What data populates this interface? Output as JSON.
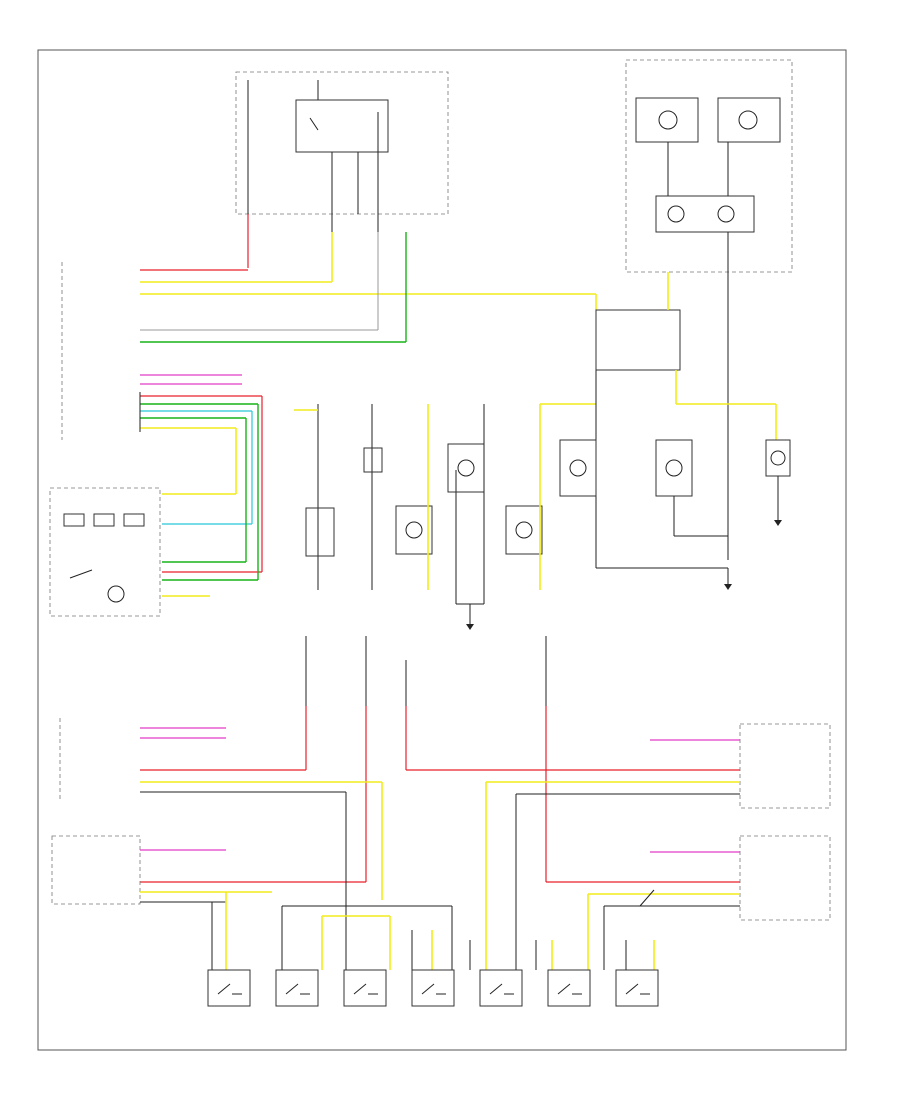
{
  "diagram": {
    "footer_code": "",
    "colors": {
      "red": "#e8202a",
      "yellow": "#f2ec1a",
      "green": "#18b418",
      "pink": "#e23cc8",
      "cyan": "#28c8d8",
      "black": "#222222"
    },
    "components": [
      {
        "name": "fuse-relay-block",
        "label": ""
      },
      {
        "name": "outside-mirror-block",
        "label": ""
      },
      {
        "name": "body-control-module",
        "label": ""
      },
      {
        "name": "driver-door-module",
        "label": ""
      },
      {
        "name": "passenger-door-module",
        "label": ""
      },
      {
        "name": "left-rear-door-module",
        "label": ""
      },
      {
        "name": "right-rear-door-module",
        "label": ""
      }
    ],
    "bottom_switches": [
      {
        "name": "switch-1",
        "label": ""
      },
      {
        "name": "switch-2",
        "label": ""
      },
      {
        "name": "switch-3",
        "label": ""
      },
      {
        "name": "switch-4",
        "label": ""
      },
      {
        "name": "switch-5",
        "label": ""
      },
      {
        "name": "switch-6",
        "label": ""
      },
      {
        "name": "switch-7",
        "label": ""
      }
    ]
  }
}
